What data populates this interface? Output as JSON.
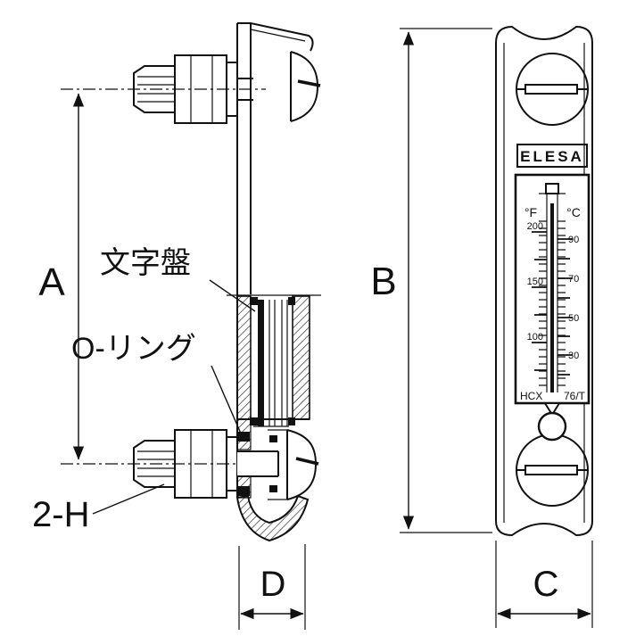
{
  "drawing": {
    "dims": {
      "a": "A",
      "b": "B",
      "c": "C",
      "d": "D"
    },
    "callouts": {
      "dial_plate": "文字盤",
      "o_ring": "O-リング",
      "holes": "2-H"
    },
    "indicator": {
      "brand": "ELESA",
      "fahrenheit_label": "°F",
      "celsius_label": "°C",
      "f_scale": [
        "200",
        "150",
        "100"
      ],
      "c_scale": [
        "90",
        "70",
        "50",
        "30"
      ],
      "model_left": "HCX",
      "model_right": "76/T"
    }
  }
}
